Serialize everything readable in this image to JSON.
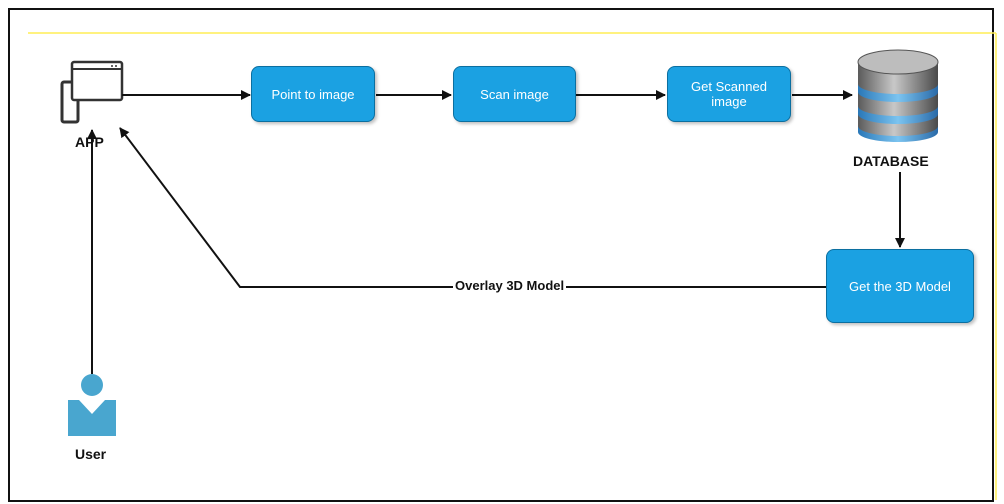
{
  "nodes": {
    "point_to_image": "Point to image",
    "scan_image": "Scan image",
    "get_scanned_image": "Get Scanned image",
    "get_3d_model": "Get the 3D Model"
  },
  "labels": {
    "app": "APP",
    "database": "DATABASE",
    "user": "User"
  },
  "edges": {
    "overlay": "Overlay 3D Model"
  },
  "colors": {
    "node_fill": "#1ba1e2",
    "node_border": "#0b6fa0",
    "user_icon": "#49a6cf",
    "frame_line": "#ffee55"
  },
  "icons": {
    "app": "app-window-device-icon",
    "database": "database-cylinder-icon",
    "user": "user-person-icon"
  }
}
